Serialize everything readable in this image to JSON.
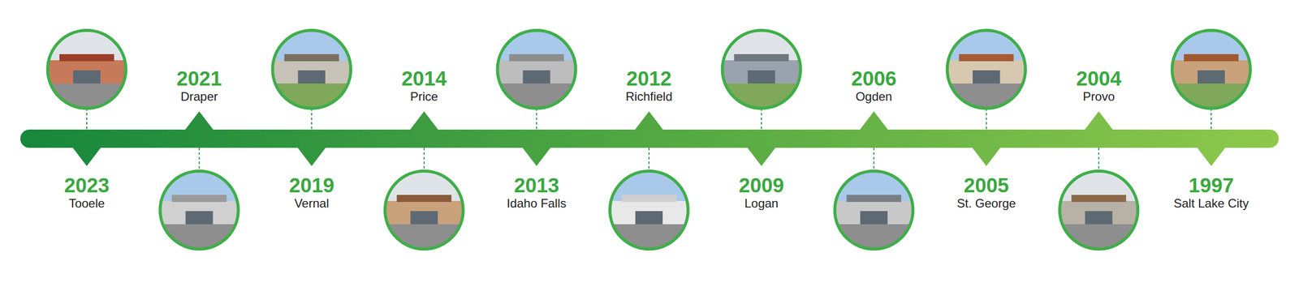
{
  "diagram": {
    "labels": [
      "1997",
      "Salt Lake City",
      "2004",
      "Provo",
      "2005",
      "St. George",
      "2006",
      "Ogden",
      "2009",
      "Logan",
      "2012",
      "Richfield",
      "2013",
      "Idaho Falls",
      "2014",
      "Price",
      "2019",
      "Vernal",
      "2021",
      "Draper",
      "2023",
      "Tooele"
    ]
  }
}
